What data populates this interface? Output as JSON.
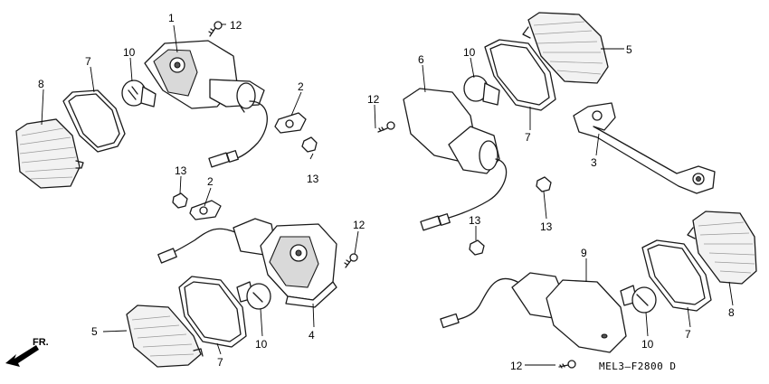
{
  "diagram": {
    "drawing_code": "MEL3–F2800 D",
    "direction_label": "FR.",
    "callouts": {
      "c1": "1",
      "c12a": "12",
      "c10a": "10",
      "c7a": "7",
      "c8a": "8",
      "c2a": "2",
      "c13a": "13",
      "c13b": "13",
      "c2b": "2",
      "c12b": "12",
      "c5a": "5",
      "c7b": "7",
      "c10b": "10",
      "c4": "4",
      "c6": "6",
      "c12c": "12",
      "c10c": "10",
      "c5b": "5",
      "c7c": "7",
      "c3": "3",
      "c13c": "13",
      "c13d": "13",
      "c9": "9",
      "c8b": "8",
      "c7d": "7",
      "c10d": "10",
      "c12d": "12"
    }
  }
}
